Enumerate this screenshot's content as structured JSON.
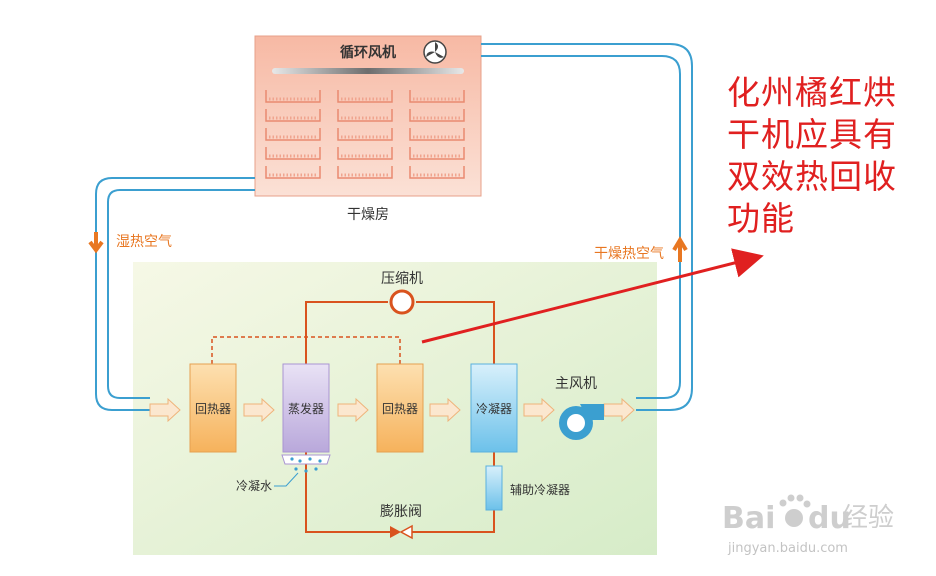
{
  "drying_room": {
    "fan_label": "循环风机",
    "room_label": "干燥房"
  },
  "air": {
    "humid_label": "湿热空气",
    "dry_label": "干燥热空气"
  },
  "components": {
    "compressor": "压缩机",
    "regenerator_1": "回热器",
    "evaporator": "蒸发器",
    "regenerator_2": "回热器",
    "condenser": "冷凝器",
    "main_fan": "主风机",
    "condensate": "冷凝水",
    "aux_condenser": "辅助冷凝器",
    "expansion_valve": "膨胀阀"
  },
  "annotation": {
    "lines": [
      "化州橘红烘",
      "干机应具有",
      "双效热回收",
      "功能"
    ]
  },
  "watermark": {
    "brand_a": "Bai",
    "brand_b": "du",
    "brand_c": "经验",
    "url": "jingyan.baidu.com"
  },
  "colors": {
    "duct": "#3b9fd0",
    "pipe": "#d9531e",
    "air_arrow": "#e87722",
    "annotation": "#e02020"
  }
}
